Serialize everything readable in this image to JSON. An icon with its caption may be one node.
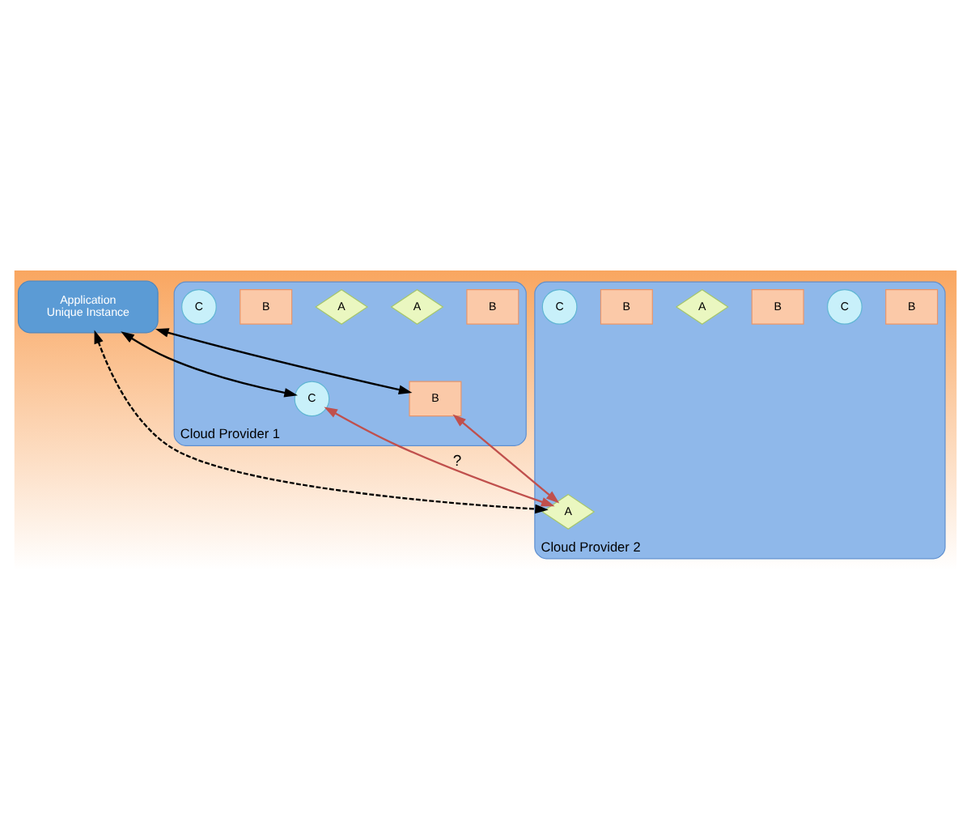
{
  "diagram": {
    "nodes": [
      {
        "text": [
          "Application",
          "Unique Instance"
        ]
      },
      {
        "text": [
          "Cloud Provider 1"
        ]
      },
      {
        "text": [
          "B"
        ],
        "in": 1
      },
      {
        "text": [
          "A"
        ],
        "in": 1
      },
      {
        "text": [
          "C"
        ],
        "in": 1
      },
      {
        "text": [
          "B"
        ],
        "in": 1
      },
      {
        "text": [
          "A"
        ],
        "in": 1
      },
      {
        "text": [
          "B"
        ],
        "in": 1
      },
      {
        "text": [
          "C"
        ],
        "in": 1
      },
      {
        "text": [
          "Cloud Provider 2"
        ]
      },
      {
        "text": [
          "B"
        ],
        "in": 9
      },
      {
        "text": [
          "C"
        ],
        "in": 9
      },
      {
        "text": [
          "A"
        ],
        "in": 9
      },
      {
        "text": [
          "B"
        ],
        "in": 9
      },
      {
        "text": [
          "A"
        ],
        "in": 9
      },
      {
        "text": [
          "B"
        ],
        "in": 9
      },
      {
        "text": [
          "C"
        ],
        "in": 9
      }
    ],
    "edges": [
      {
        "from": 0,
        "to": 5,
        "arrow": "both"
      },
      {
        "from": 0,
        "to": 4,
        "arrow": "both"
      },
      {
        "from": 0,
        "to": 12,
        "arrow": "both",
        "style": "dashed"
      },
      {
        "from": 4,
        "to": 12,
        "arrow": "both",
        "label": "?",
        "color": "#c0504d"
      },
      {
        "from": 5,
        "to": 12,
        "arrow": "both",
        "color": "#c0504d"
      }
    ]
  }
}
